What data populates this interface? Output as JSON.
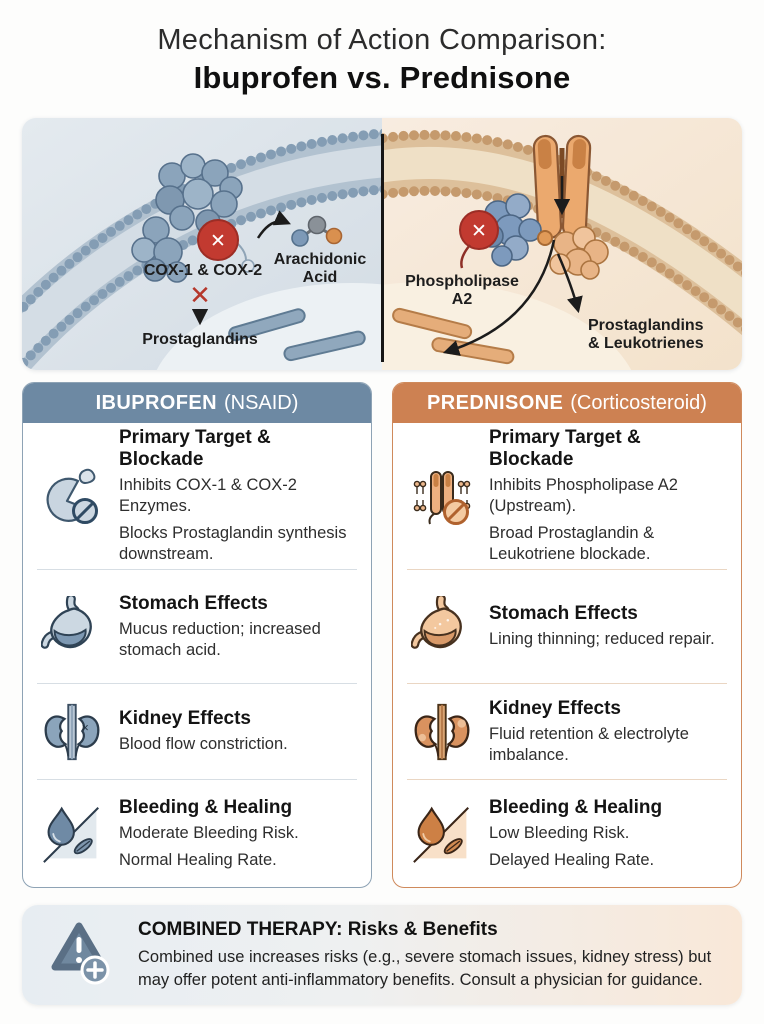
{
  "header": {
    "title_line1": "Mechanism of Action Comparison:",
    "title_line2": "Ibuprofen vs. Prednisone"
  },
  "diagram": {
    "left": {
      "enzyme_label": "COX-1 & COX-2",
      "substrate_line1": "Arachidonic",
      "substrate_line2": "Acid",
      "product_label": "Prostaglandins",
      "blocked_x": "✕"
    },
    "right": {
      "enzyme_line1": "Phospholipase",
      "enzyme_line2": "A2",
      "product_line1": "Prostaglandins",
      "product_line2": "& Leukotrienes",
      "blocked_x": "✕"
    },
    "colors": {
      "left_bg": "#dfe6ec",
      "right_bg": "#f6e9d8",
      "badge_red": "#c23a30"
    }
  },
  "panels": {
    "ibuprofen": {
      "title": "IBUPROFEN",
      "subtitle": "(NSAID)",
      "accent": "#6d89a3",
      "rows": [
        {
          "icon": "enzyme-blocked-icon",
          "title": "Primary Target & Blockade",
          "line1": "Inhibits COX-1 & COX-2 Enzymes.",
          "line2": "Blocks Prostaglandin synthesis downstream."
        },
        {
          "icon": "stomach-icon",
          "title": "Stomach Effects",
          "line1": "Mucus reduction; increased stomach acid.",
          "line2": ""
        },
        {
          "icon": "kidneys-icon",
          "title": "Kidney Effects",
          "line1": "Blood flow constriction.",
          "line2": ""
        },
        {
          "icon": "blood-drop-wound-icon",
          "title": "Bleeding & Healing",
          "line1": "Moderate Bleeding Risk.",
          "line2": "Normal Healing Rate."
        }
      ]
    },
    "prednisone": {
      "title": "PREDNISONE",
      "subtitle": "(Corticosteroid)",
      "accent": "#cd8152",
      "rows": [
        {
          "icon": "membrane-channel-blocked-icon",
          "title": "Primary Target & Blockade",
          "line1": "Inhibits Phospholipase A2 (Upstream).",
          "line2": "Broad Prostaglandin & Leukotriene blockade."
        },
        {
          "icon": "stomach-icon",
          "title": "Stomach Effects",
          "line1": "Lining thinning; reduced repair.",
          "line2": ""
        },
        {
          "icon": "kidneys-icon",
          "title": "Kidney Effects",
          "line1": "Fluid retention & electrolyte imbalance.",
          "line2": ""
        },
        {
          "icon": "blood-drop-wound-icon",
          "title": "Bleeding & Healing",
          "line1": "Low Bleeding Risk.",
          "line2": "Delayed Healing Rate."
        }
      ]
    }
  },
  "footer": {
    "title": "COMBINED THERAPY: Risks & Benefits",
    "text": "Combined use increases risks (e.g., severe stomach issues, kidney stress) but may offer potent anti-inflammatory benefits. Consult a physician for guidance."
  }
}
